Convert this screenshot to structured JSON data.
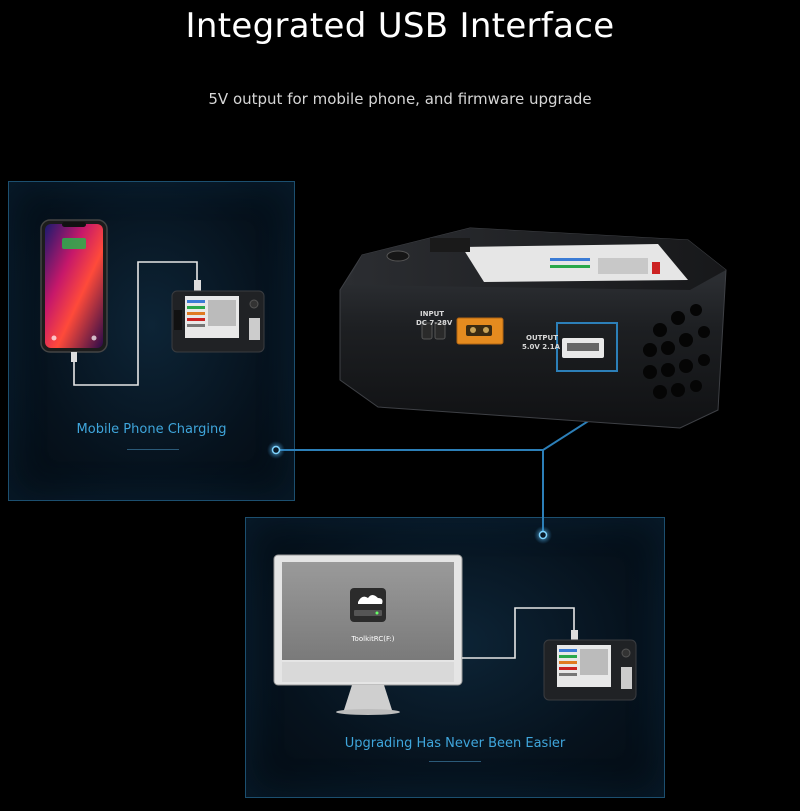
{
  "header": {
    "title": "Integrated USB Interface",
    "subtitle": "5V output for mobile phone, and firmware upgrade"
  },
  "panels": [
    {
      "caption": "Mobile Phone Charging"
    },
    {
      "caption": "Upgrading Has Never Been Easier"
    }
  ],
  "charger": {
    "input_label": "INPUT",
    "input_rating": "DC 7-28V",
    "output_label": "OUTPUT",
    "output_rating": "5.0V 2.1A"
  },
  "computer": {
    "drive_label": "ToolkitRC(F:)"
  },
  "colors": {
    "accent": "#3fa6dc",
    "panel_border": "#1c4f6f",
    "connector_line": "#2c7fb8"
  }
}
